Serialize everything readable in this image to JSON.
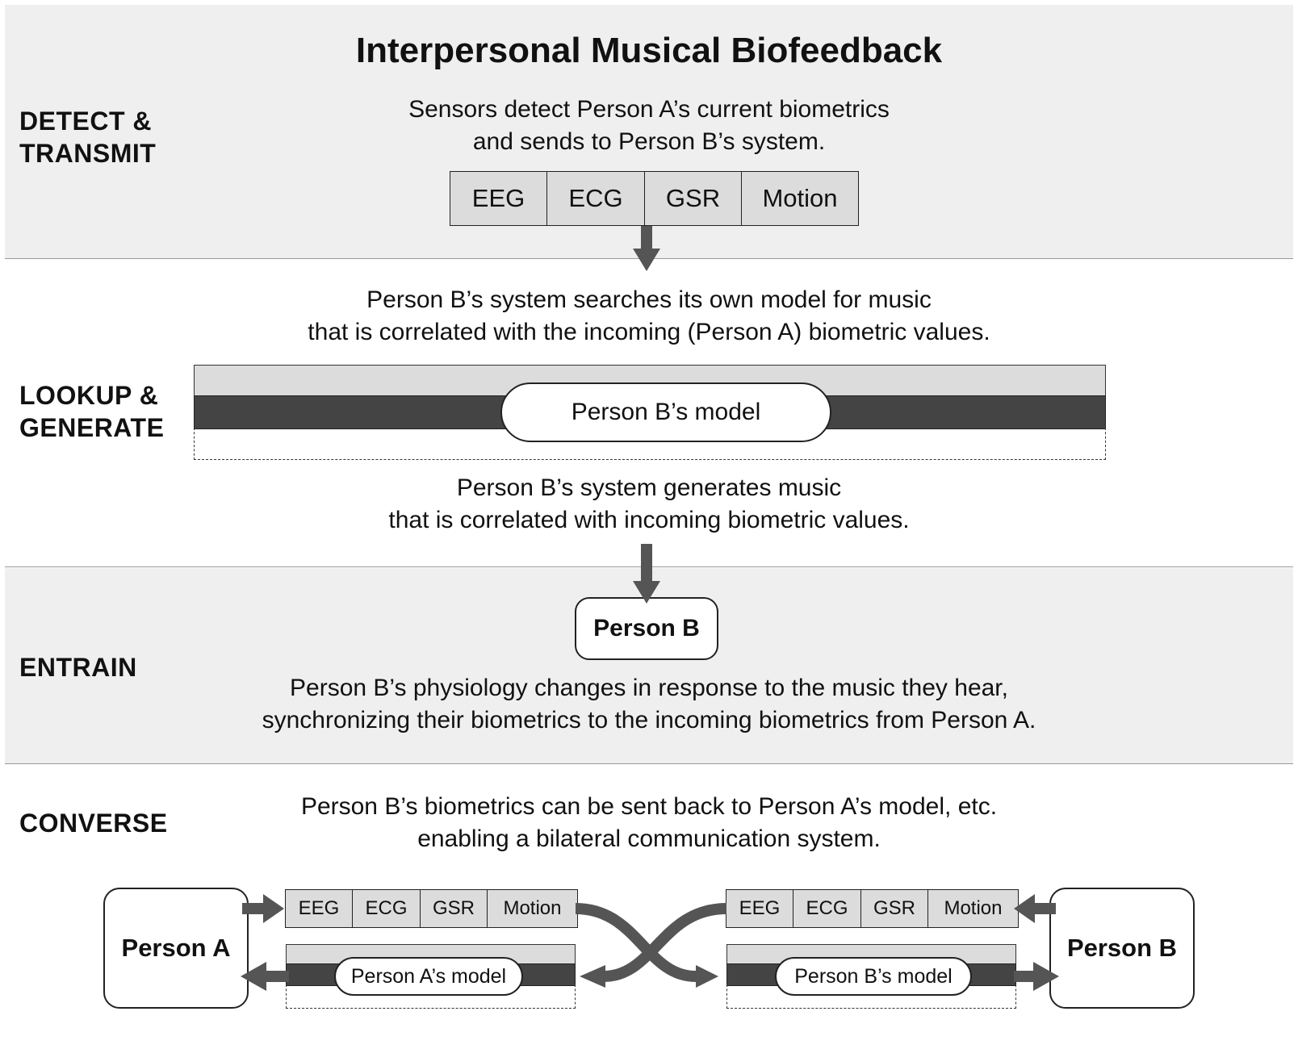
{
  "title": "Interpersonal Musical Biofeedback",
  "stages": {
    "detect": {
      "label_line1": "DETECT &",
      "label_line2": "TRANSMIT",
      "desc_line1": "Sensors detect Person A’s current biometrics",
      "desc_line2": "and sends to Person B’s system."
    },
    "lookup": {
      "label_line1": "LOOKUP &",
      "label_line2": "GENERATE",
      "desc_top_line1": "Person B’s system searches its own model for music",
      "desc_top_line2": "that is correlated with the incoming (Person A) biometric values.",
      "model_label": "Person B’s model",
      "desc_bottom_line1": "Person B’s system generates music",
      "desc_bottom_line2": "that is correlated with incoming biometric values."
    },
    "entrain": {
      "label": "ENTRAIN",
      "person": "Person B",
      "desc_line1": "Person B’s physiology changes in response to the music they hear,",
      "desc_line2": "synchronizing their biometrics to the incoming biometrics from Person A."
    },
    "converse": {
      "label": "CONVERSE",
      "desc_line1": "Person B’s biometrics can be sent back to Person A’s model, etc.",
      "desc_line2": "enabling a bilateral communication system.",
      "person_a": "Person A",
      "person_b": "Person B",
      "model_a": "Person A’s model",
      "model_b": "Person B’s model"
    }
  },
  "sensors": [
    "EEG",
    "ECG",
    "GSR",
    "Motion"
  ],
  "colors": {
    "band": "#efefef",
    "arrow": "#555555",
    "model_dark": "#444444",
    "cell": "#dcdcdc"
  }
}
